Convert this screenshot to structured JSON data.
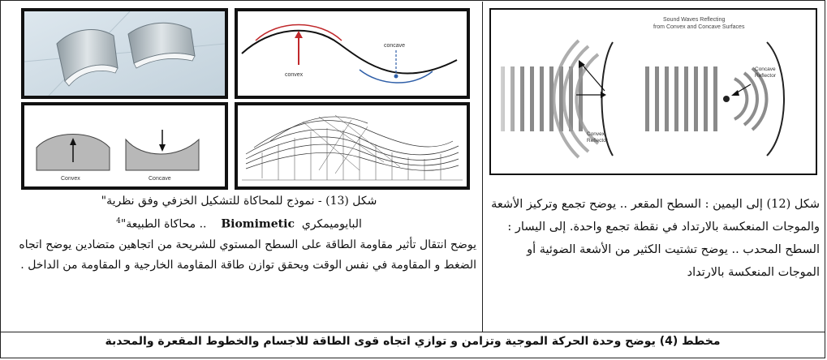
{
  "left_panel": {
    "figure_13_caption": {
      "title": "شكل (13) - نموذج للمحاكاة للتشكيل الخزفي وفق نظرية\"",
      "subtitle_ar": "البايوميمكري",
      "subtitle_en": "Biomimetic",
      "subtitle_tail": ".. محاكاة الطبيعة\"",
      "footnote": "4",
      "body": "يوضح انتقال تأثير مقاومة الطاقة على السطح المستوي للشريحة من اتجاهين متضادين يوضح اتجاه الضغط و المقاومة في نفس الوقت ويحقق توازن طاقة المقاومة الخارجية و المقاومة من الداخل ."
    },
    "wave_diagram": {
      "label_convex": "convex",
      "label_concave": "concave"
    },
    "arrow_diagram": {
      "label_convex": "Convex",
      "label_concave": "Concave"
    }
  },
  "right_panel": {
    "sound_figure": {
      "title_line1": "Sound Waves Reflecting",
      "title_line2": "from Convex and Concave Surfaces",
      "concave_label": [
        "Concave",
        "Reflector"
      ],
      "convex_label": [
        "Convex",
        "Reflector"
      ]
    },
    "figure_12_caption": "شكل (12) إلى اليمين : السطح المقعر .. يوضح تجمع وتركيز الأشعة والموجات المنعكسة بالارتداد في نقطة تجمع واحدة. إلى اليسار : السطح المحدب .. يوضح تشتيت الكثير من الأشعة الضوئية أو الموجات المنعكسة بالارتداد"
  },
  "diagram_title": "مخطط (4) يوضح وحدة الحركة الموجية وتزامن و توازي اتجاه قوى الطاقة للاجسام والخطوط المقعرة والمحدبة"
}
